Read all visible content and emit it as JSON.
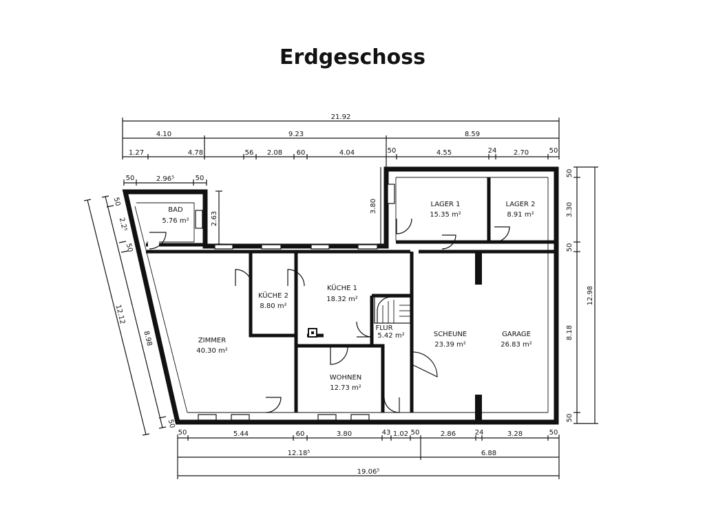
{
  "title": "Erdgeschoss",
  "rooms": {
    "bad": {
      "name": "BAD",
      "area": "5.76 m²"
    },
    "kueche2": {
      "name": "KÜCHE 2",
      "area": "8.80 m²"
    },
    "kueche1": {
      "name": "KÜCHE 1",
      "area": "18.32 m²"
    },
    "lager1": {
      "name": "LAGER 1",
      "area": "15.35 m²"
    },
    "lager2": {
      "name": "LAGER 2",
      "area": "8.91 m²"
    },
    "zimmer": {
      "name": "ZIMMER",
      "area": "40.30 m²"
    },
    "flur": {
      "name": "FLUR",
      "area": "5.42 m²"
    },
    "wohnen": {
      "name": "WOHNEN",
      "area": "12.73 m²"
    },
    "scheune": {
      "name": "SCHEUNE",
      "area": "23.39 m²"
    },
    "garage": {
      "name": "GARAGE",
      "area": "26.83 m²"
    }
  },
  "dims": {
    "top_total": "21.92",
    "top_row2": [
      "4.10",
      "9.23",
      "8.59"
    ],
    "top_row3": [
      "1.27",
      "4.78",
      "56",
      "2.08",
      "60",
      "4.04",
      "50",
      "4.55",
      "24",
      "2.70",
      "50"
    ],
    "bad_row": [
      "50",
      "2.96⁵",
      "50"
    ],
    "bad_depth": "2.63",
    "lager_offset": "3.80",
    "right_parts": [
      "50",
      "3.30",
      "50",
      "8.18",
      "50"
    ],
    "right_total": "12.98",
    "left_a": [
      "50",
      "2.2⁵",
      "50"
    ],
    "left_b": "8.98",
    "left_outer": "12.12",
    "left_bottom": "50",
    "bottom_row1": [
      "50",
      "5.44",
      "60",
      "3.80",
      "43",
      "1.02",
      "50",
      "2.86",
      "24",
      "3.28",
      "50"
    ],
    "bottom_row2": [
      "12.18⁵",
      "6.88"
    ],
    "bottom_total": "19.06⁵"
  }
}
